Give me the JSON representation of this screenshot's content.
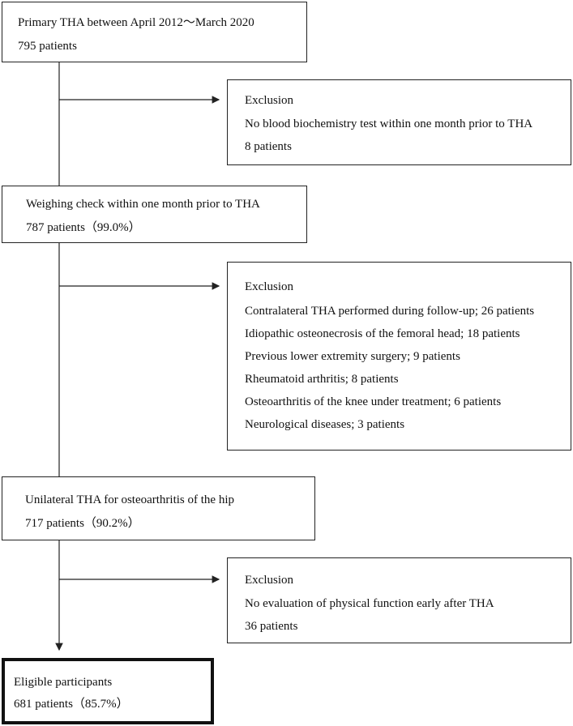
{
  "flow": {
    "start": {
      "title": "Primary THA between April 2012～March 2020",
      "count": "795 patients"
    },
    "exclusion1": {
      "heading": "Exclusion",
      "items": [
        "No blood biochemistry test within one month prior to THA",
        "8 patients"
      ]
    },
    "step2": {
      "title": "Weighing check within one month prior to THA",
      "count": "787 patients（99.0%）"
    },
    "exclusion2": {
      "heading": "Exclusion",
      "items": [
        "Contralateral THA performed during follow-up; 26 patients",
        "Idiopathic osteonecrosis of the femoral head; 18 patients",
        "Previous lower extremity surgery; 9 patients",
        "Rheumatoid arthritis; 8 patients",
        "Osteoarthritis of the knee under treatment; 6 patients",
        "Neurological diseases; 3 patients"
      ]
    },
    "step3": {
      "title": "Unilateral THA for osteoarthritis of the hip",
      "count": "717 patients（90.2%）"
    },
    "exclusion3": {
      "heading": "Exclusion",
      "items": [
        "No evaluation of physical function early after THA",
        "36 patients"
      ]
    },
    "final": {
      "title": "Eligible participants",
      "count": "681 patients（85.7%）"
    }
  }
}
